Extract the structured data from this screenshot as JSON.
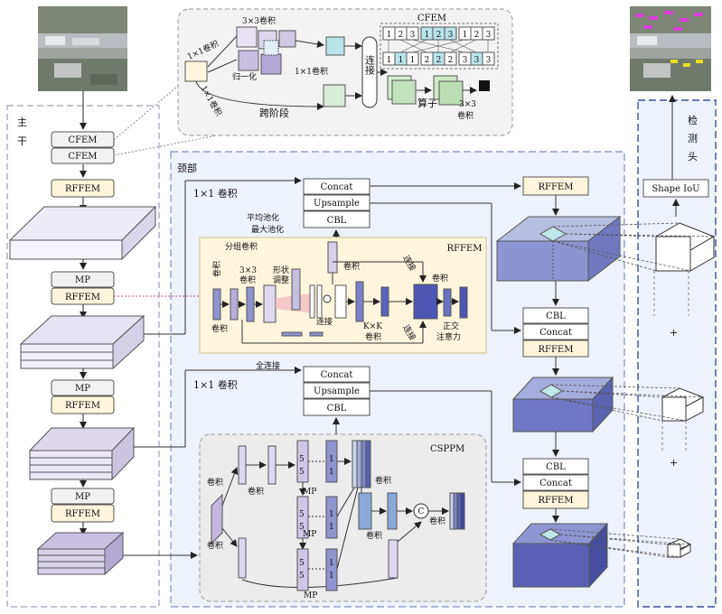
{
  "backbone": {
    "label_line1": "主",
    "label_line2": "干",
    "blocks": [
      "CFEM",
      "CFEM",
      "RFFEM",
      "MP",
      "RFFEM",
      "MP",
      "RFFEM",
      "MP",
      "RFFEM"
    ]
  },
  "cfem_detail": {
    "title": "CFEM",
    "conv1x1_a": "1×1卷积",
    "conv3x3": "3×3卷积",
    "normalize": "归一化",
    "conv1x1_b": "1×1卷积",
    "conv1x1_c": "1×1卷积",
    "cross_stage": "跨阶段",
    "concat": "连接",
    "operator": "算子",
    "conv3x3_b": "3×3",
    "conv3x3_c": "卷积",
    "grid_top": [
      "1",
      "2",
      "3",
      "1",
      "2",
      "3",
      "1",
      "2",
      "3"
    ],
    "grid_bottom": [
      "1",
      "1",
      "1",
      "2",
      "2",
      "2",
      "3",
      "3",
      "3"
    ]
  },
  "neck": {
    "title": "颈部",
    "conv1x1_a": "1×1  卷积",
    "conv1x1_b": "1×1  卷积",
    "stack1": [
      "Concat",
      "Upsample",
      "CBL"
    ],
    "stack2": [
      "Concat",
      "Upsample",
      "CBL"
    ],
    "rffem_top": "RFFEM",
    "right_stack1": [
      "CBL",
      "Concat",
      "RFFEM"
    ],
    "right_stack2": [
      "CBL",
      "Concat",
      "RFFEM"
    ]
  },
  "rffem_detail": {
    "title": "RFFEM",
    "avgpool": "平均池化",
    "maxpool": "最大池化",
    "group_conv": "分组卷积",
    "conv_v": "卷积",
    "conv3x3_a": "3×3",
    "conv3x3_b": "卷积",
    "reshape_a": "形状",
    "reshape_b": "调整",
    "conv_left": "卷积",
    "conv_top": "卷积",
    "concat_mid": "连接",
    "kxk_a": "K×K",
    "kxk_b": "卷积",
    "concat_top": "连接",
    "concat_bot": "连接",
    "conv_right": "卷积",
    "ortho_a": "正交",
    "ortho_b": "注意力",
    "fc": "全连接"
  },
  "csppm": {
    "title": "CSPPM",
    "conv": "卷积",
    "five": "5",
    "one": "1",
    "mp": "MP",
    "c": "C"
  },
  "head": {
    "label": [
      "检",
      "测",
      "头"
    ],
    "shape_iou": "Shape IoU",
    "plus": "+"
  }
}
